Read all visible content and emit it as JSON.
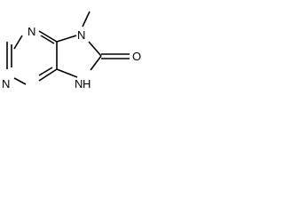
{
  "molecule": {
    "atoms": {
      "N1_label": "N",
      "N3_label": "N",
      "N9_label": "N",
      "N7_label": "N",
      "O_label": "O",
      "methyl_label": "",
      "NH_label": "H"
    }
  }
}
